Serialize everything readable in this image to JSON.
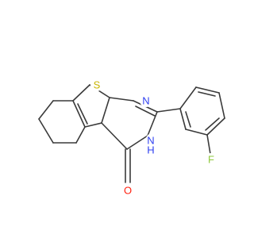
{
  "molecule": {
    "atoms": {
      "S": {
        "text": "S",
        "color": "#c8b400"
      },
      "N1": {
        "text": "N",
        "color": "#2e3ff0"
      },
      "NH": {
        "text": "N",
        "color": "#2e3ff0"
      },
      "H": {
        "text": "H",
        "color": "#2e3ff0"
      },
      "O": {
        "text": "O",
        "color": "#ff2010"
      },
      "F": {
        "text": "F",
        "color": "#8ec83c"
      }
    },
    "bond_color": "#3a3a3a"
  }
}
